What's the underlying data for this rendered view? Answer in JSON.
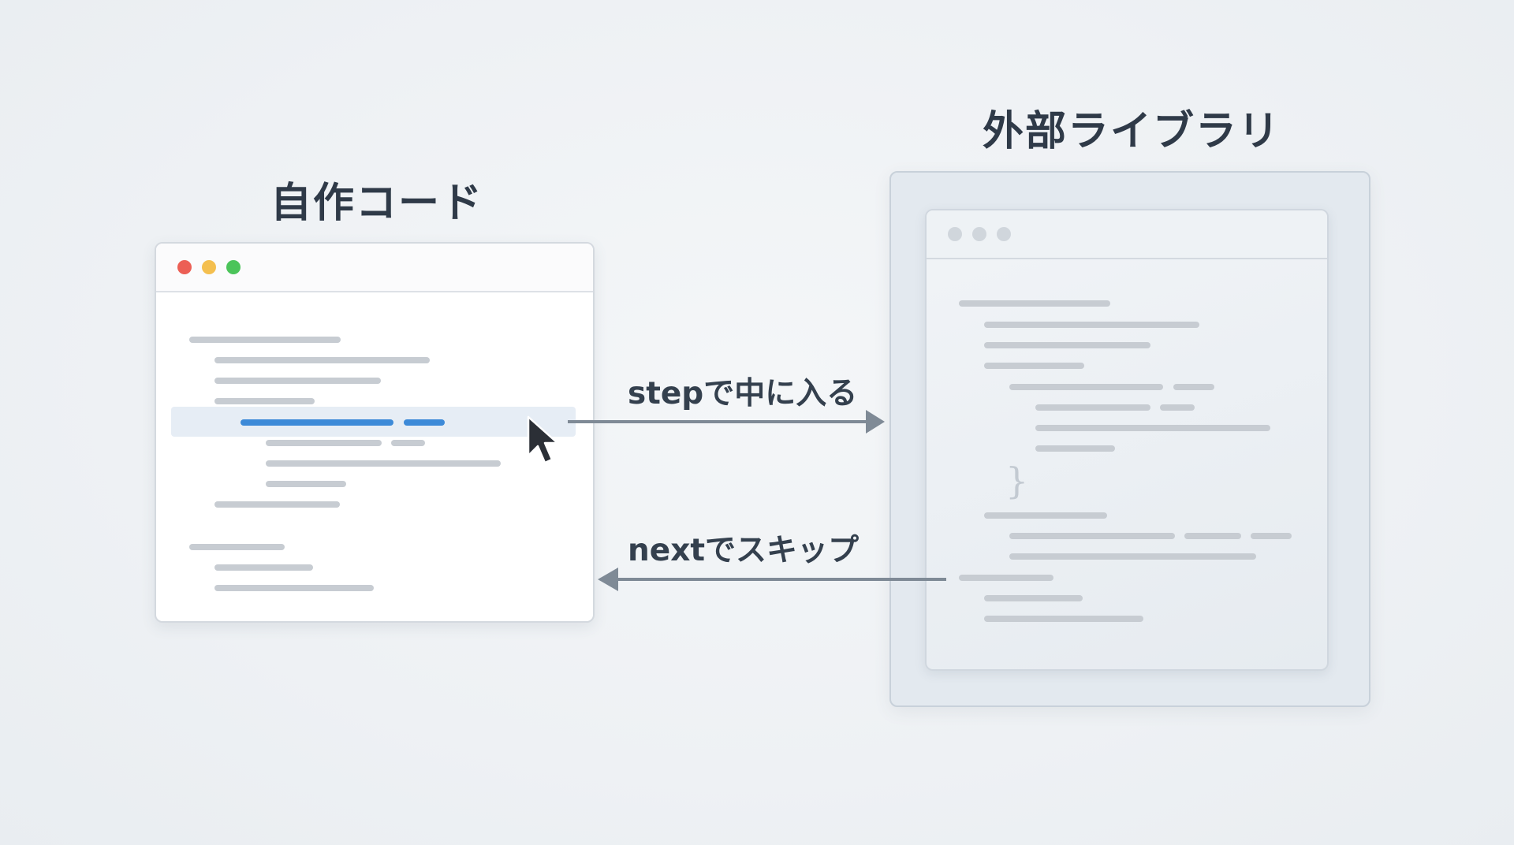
{
  "titles": {
    "left": "自作コード",
    "right": "外部ライブラリ"
  },
  "arrows": {
    "step_label": "stepで中に入る",
    "next_label": "nextでスキップ"
  },
  "icons": {
    "cursor": "mouse-pointer-icon",
    "closing_brace": "}"
  },
  "colors": {
    "window_close": "#ec5f55",
    "window_minimize": "#f4bf4f",
    "window_maximize": "#4bc45a",
    "highlight_line": "#3d8ad8",
    "arrow": "#7f8a96"
  }
}
